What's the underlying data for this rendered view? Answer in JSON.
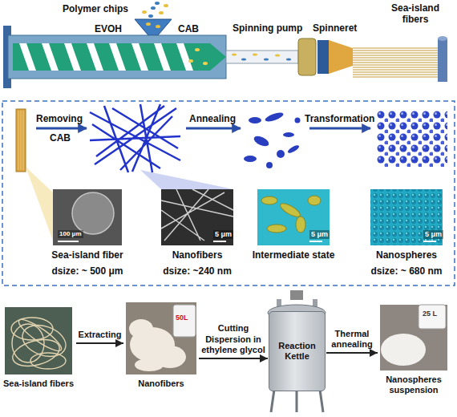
{
  "diagram": {
    "nodes": [
      {
        "text": [
          "Sea-island fiber",
          "dsize: ~ 500 μm"
        ]
      },
      {
        "text": [
          "Nanofibers",
          "dsize: ~240 nm"
        ]
      },
      {
        "text": [
          "Intermediate state"
        ]
      },
      {
        "text": [
          "Nanospheres",
          "dsize: ~ 680 nm"
        ]
      },
      {
        "text": [
          "Sea-island fibers"
        ]
      },
      {
        "text": [
          "Nanofibers"
        ]
      },
      {
        "text": [
          "Reaction Kettle"
        ]
      },
      {
        "text": [
          "Nanospheres suspension"
        ]
      }
    ],
    "edges": [
      {
        "from": 4,
        "to": 5,
        "arrow": "to",
        "label": "Extracting"
      },
      {
        "from": 5,
        "to": 6,
        "arrow": "to",
        "label": "Cutting Dispersion in ethylene glycol"
      },
      {
        "from": 6,
        "to": 7,
        "arrow": "to",
        "label": "Thermal annealing"
      }
    ],
    "labels": [
      "Polymer chips",
      "EVOH",
      "CAB",
      "Spinning pump",
      "Spinneret",
      "Sea-island fibers",
      "Removing",
      "CAB",
      "Annealing",
      "Transformation",
      "100 μm",
      "5 μm",
      "5 μm",
      "5 μm",
      "50L",
      "25 L"
    ]
  }
}
